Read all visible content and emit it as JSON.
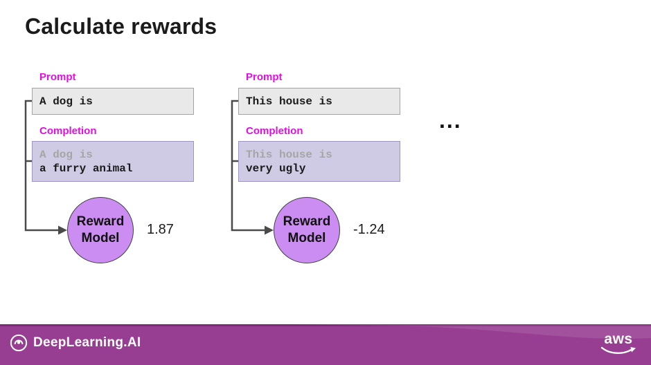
{
  "title": "Calculate rewards",
  "ellipsis": "...",
  "examples": [
    {
      "prompt_label": "Prompt",
      "prompt_text": "A dog is",
      "completion_label": "Completion",
      "completion_context": "A dog is",
      "completion_generated": "a furry animal",
      "model_name": "Reward Model",
      "reward_score": "1.87"
    },
    {
      "prompt_label": "Prompt",
      "prompt_text": "This house is",
      "completion_label": "Completion",
      "completion_context": "This house is",
      "completion_generated": "very ugly",
      "model_name": "Reward Model",
      "reward_score": "-1.24"
    }
  ],
  "footer": {
    "brand": "DeepLearning.AI",
    "partner_logo": "aws"
  },
  "colors": {
    "label_magenta": "#e20ee2",
    "prompt_box_fill": "#e9e9e9",
    "completion_box_fill": "#cfcbe4",
    "reward_circle_fill": "#cc8df3",
    "footer_purple": "#983e92",
    "arrow_gray": "#4a4a4a"
  }
}
